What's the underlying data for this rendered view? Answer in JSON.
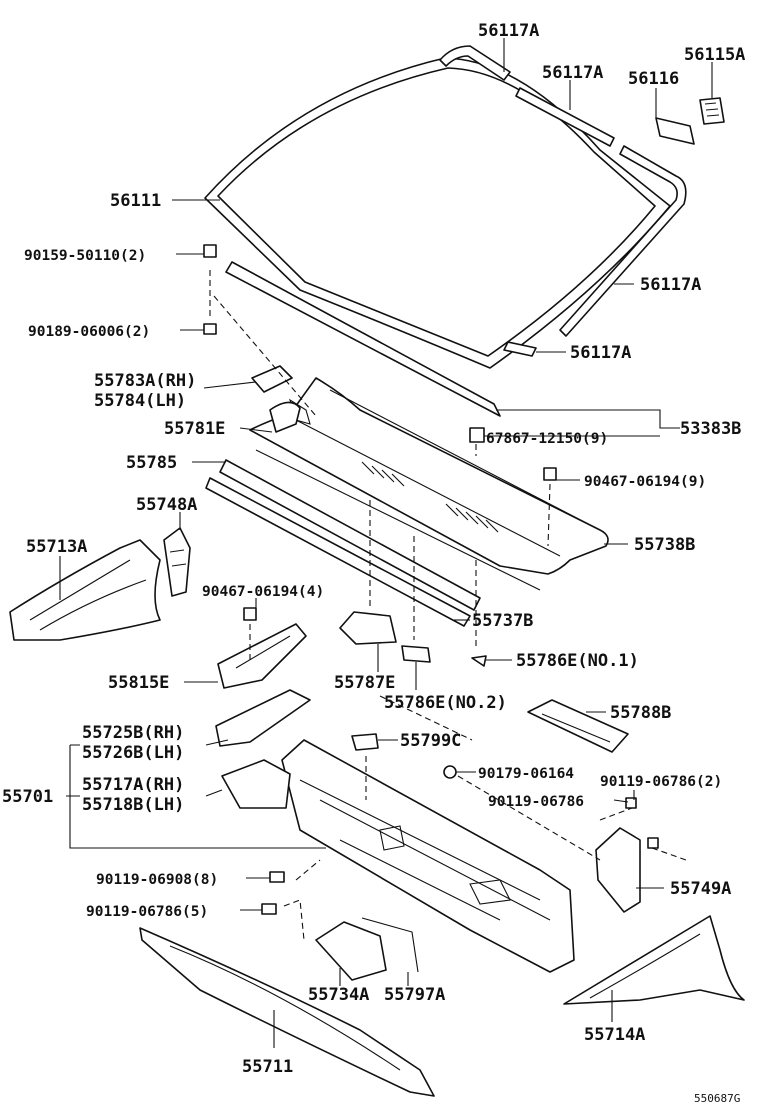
{
  "callouts": {
    "p56117a_top": "56117A",
    "p56117a_mid": "56117A",
    "p56116": "56116",
    "p56115a": "56115A",
    "p56111": "56111",
    "p90159": "90159-50110(2)",
    "p56117a_right": "56117A",
    "p90189": "90189-06006(2)",
    "p56117a_low": "56117A",
    "p55783a": "55783A(RH)",
    "p55784": "55784(LH)",
    "p55781e": "55781E",
    "p53383b": "53383B",
    "p67867": "67867-12150(9)",
    "p55785": "55785",
    "p90467_9": "90467-06194(9)",
    "p55748a": "55748A",
    "p55738b": "55738B",
    "p55713a": "55713A",
    "p90467_4": "90467-06194(4)",
    "p55737b": "55737B",
    "p55786e_1": "55786E(NO.1)",
    "p55815e": "55815E",
    "p55787e": "55787E",
    "p55786e_2": "55786E(NO.2)",
    "p55788b": "55788B",
    "p55725b": "55725B(RH)",
    "p55726b": "55726B(LH)",
    "p55799c": "55799C",
    "p55701": "55701",
    "p55717a": "55717A(RH)",
    "p55718b": "55718B(LH)",
    "p90179": "90179-06164",
    "p90119_2": "90119-06786(2)",
    "p90119_single": "90119-06786",
    "p90119_8": "90119-06908(8)",
    "p55749a": "55749A",
    "p90119_5": "90119-06786(5)",
    "p55734a": "55734A",
    "p55797a": "55797A",
    "p55714a": "55714A",
    "p55711": "55711"
  },
  "diagram_code": "550687G"
}
